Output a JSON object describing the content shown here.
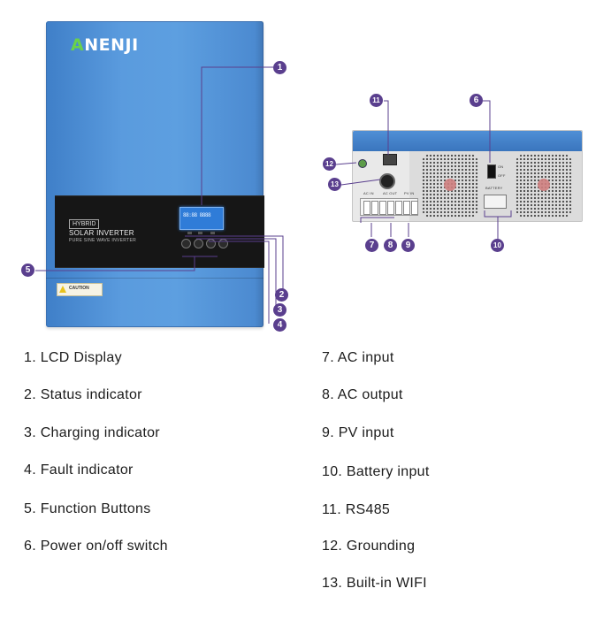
{
  "front_unit": {
    "logo_mark": "A",
    "logo_rest": "NENJI",
    "badge": "HYBRID",
    "line1": "SOLAR INVERTER",
    "line2": "PURE SINE WAVE INVERTER",
    "lcd_text": "88:88 8888",
    "caution": "CAUTION"
  },
  "side_unit": {
    "label_ac_in": "AC IN",
    "label_ac_out": "AC OUT",
    "label_pv": "PV IN",
    "label_battery": "BATTERY",
    "label_on": "ON",
    "label_off": "OFF"
  },
  "callouts": [
    "1",
    "2",
    "3",
    "4",
    "5",
    "6",
    "7",
    "8",
    "9",
    "10",
    "11",
    "12",
    "13"
  ],
  "legend": {
    "left": [
      "1. LCD Display",
      "2. Status indicator",
      "3. Charging indicator",
      "4. Fault indicator",
      "5. Function Buttons",
      "6. Power on/off switch"
    ],
    "right": [
      "7. AC input",
      "8. AC output",
      "9. PV input",
      "10. Battery input",
      "11. RS485",
      "12. Grounding",
      "13. Built-in WIFI"
    ]
  },
  "colors": {
    "callout": "#5a3f8e",
    "unit_blue": "#5d9fe0",
    "logo_green": "#6ad14a"
  }
}
